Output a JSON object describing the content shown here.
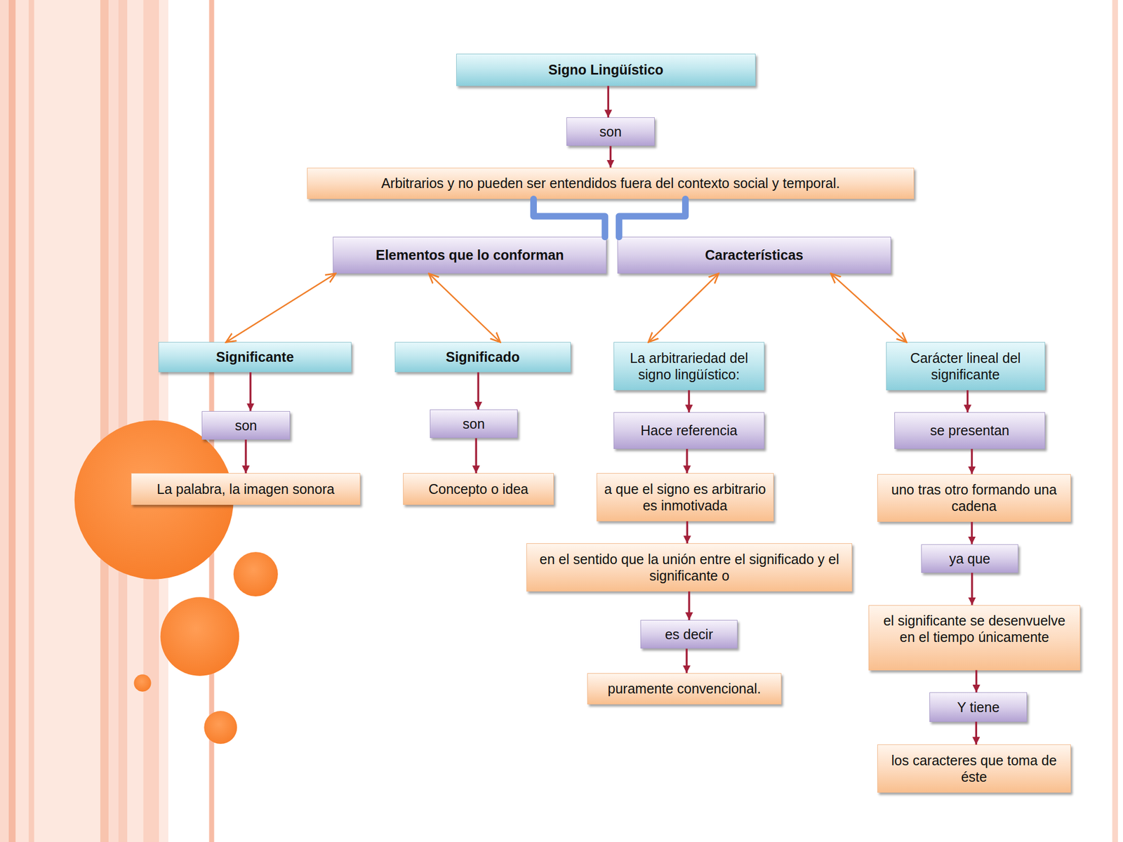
{
  "diagram": {
    "nodes": [
      {
        "text": [
          "Signo Lingüístico"
        ]
      },
      {
        "text": [
          "son"
        ]
      },
      {
        "text": [
          "Arbitrarios y no pueden ser entendidos fuera del contexto social y temporal."
        ]
      },
      {
        "text": [
          "Elementos que lo conforman"
        ]
      },
      {
        "text": [
          "Características"
        ]
      },
      {
        "text": [
          "Significante"
        ]
      },
      {
        "text": [
          "Significado"
        ]
      },
      {
        "text": [
          "La arbitrariedad del signo lingüístico:"
        ]
      },
      {
        "text": [
          "Carácter lineal del significante"
        ]
      },
      {
        "text": [
          "son"
        ]
      },
      {
        "text": [
          "son"
        ]
      },
      {
        "text": [
          "Hace referencia"
        ]
      },
      {
        "text": [
          "se presentan"
        ]
      },
      {
        "text": [
          "La palabra, la imagen sonora"
        ]
      },
      {
        "text": [
          "Concepto o idea"
        ]
      },
      {
        "text": [
          "a que el signo es arbitrario es inmotivada"
        ]
      },
      {
        "text": [
          "uno tras otro formando una cadena"
        ]
      },
      {
        "text": [
          "en el sentido que la unión entre el significado y el significante o"
        ]
      },
      {
        "text": [
          "ya que"
        ]
      },
      {
        "text": [
          "es decir"
        ]
      },
      {
        "text": [
          "el significante se desenvuelve en el tiempo únicamente"
        ]
      },
      {
        "text": [
          "puramente convencional."
        ]
      },
      {
        "text": [
          "Y tiene"
        ]
      },
      {
        "text": [
          "los caracteres que toma de éste"
        ]
      }
    ],
    "edges": [
      {
        "from": 0,
        "to": 1,
        "arrow": "to"
      },
      {
        "from": 1,
        "to": 2,
        "arrow": "to"
      },
      {
        "from": 2,
        "to": 3,
        "arrow": "none"
      },
      {
        "from": 2,
        "to": 4,
        "arrow": "none"
      },
      {
        "from": 3,
        "to": 5,
        "arrow": "both"
      },
      {
        "from": 3,
        "to": 6,
        "arrow": "both"
      },
      {
        "from": 4,
        "to": 7,
        "arrow": "both"
      },
      {
        "from": 4,
        "to": 8,
        "arrow": "both"
      },
      {
        "from": 5,
        "to": 9,
        "arrow": "to"
      },
      {
        "from": 9,
        "to": 13,
        "arrow": "to"
      },
      {
        "from": 6,
        "to": 10,
        "arrow": "to"
      },
      {
        "from": 10,
        "to": 14,
        "arrow": "to"
      },
      {
        "from": 7,
        "to": 11,
        "arrow": "to"
      },
      {
        "from": 11,
        "to": 15,
        "arrow": "to"
      },
      {
        "from": 15,
        "to": 17,
        "arrow": "to"
      },
      {
        "from": 17,
        "to": 19,
        "arrow": "to"
      },
      {
        "from": 19,
        "to": 21,
        "arrow": "to"
      },
      {
        "from": 8,
        "to": 12,
        "arrow": "to"
      },
      {
        "from": 12,
        "to": 16,
        "arrow": "to"
      },
      {
        "from": 16,
        "to": 18,
        "arrow": "to"
      },
      {
        "from": 18,
        "to": 20,
        "arrow": "to"
      },
      {
        "from": 20,
        "to": 22,
        "arrow": "to"
      },
      {
        "from": 22,
        "to": 23,
        "arrow": "to"
      }
    ]
  }
}
